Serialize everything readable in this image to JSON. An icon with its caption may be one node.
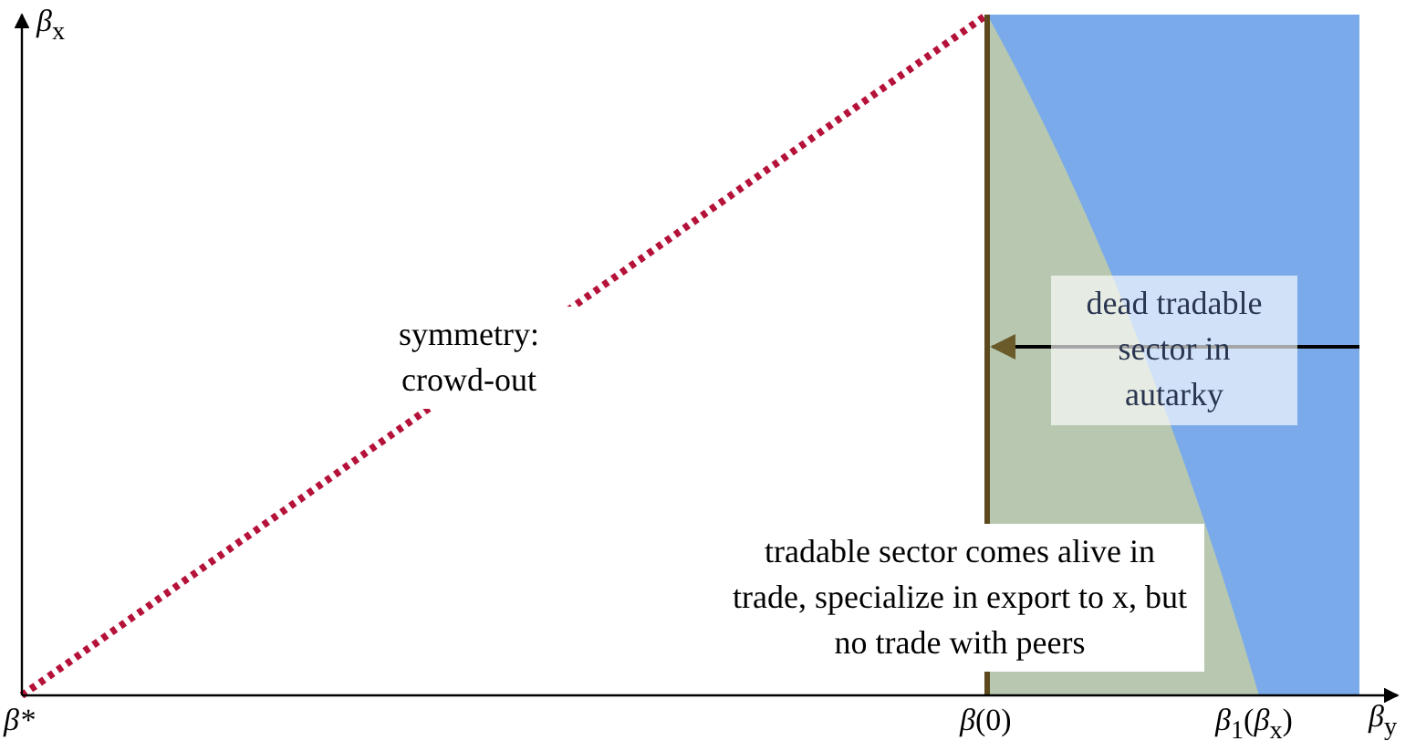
{
  "diagram": {
    "nodes": [
      {
        "text": [
          "dead tradable sector in autarky"
        ]
      },
      {
        "text": [
          "symmetry: crowd-out"
        ]
      },
      {
        "text": [
          "tradable sector comes alive in trade, specialize in export to x, but no trade with peers"
        ]
      }
    ],
    "labels": [
      "*β*$_{x}$",
      "β*",
      "*β*(0)",
      "*β*$_{1}$(*β*$_{x}$)",
      "*β*$_{y}$"
    ]
  }
}
